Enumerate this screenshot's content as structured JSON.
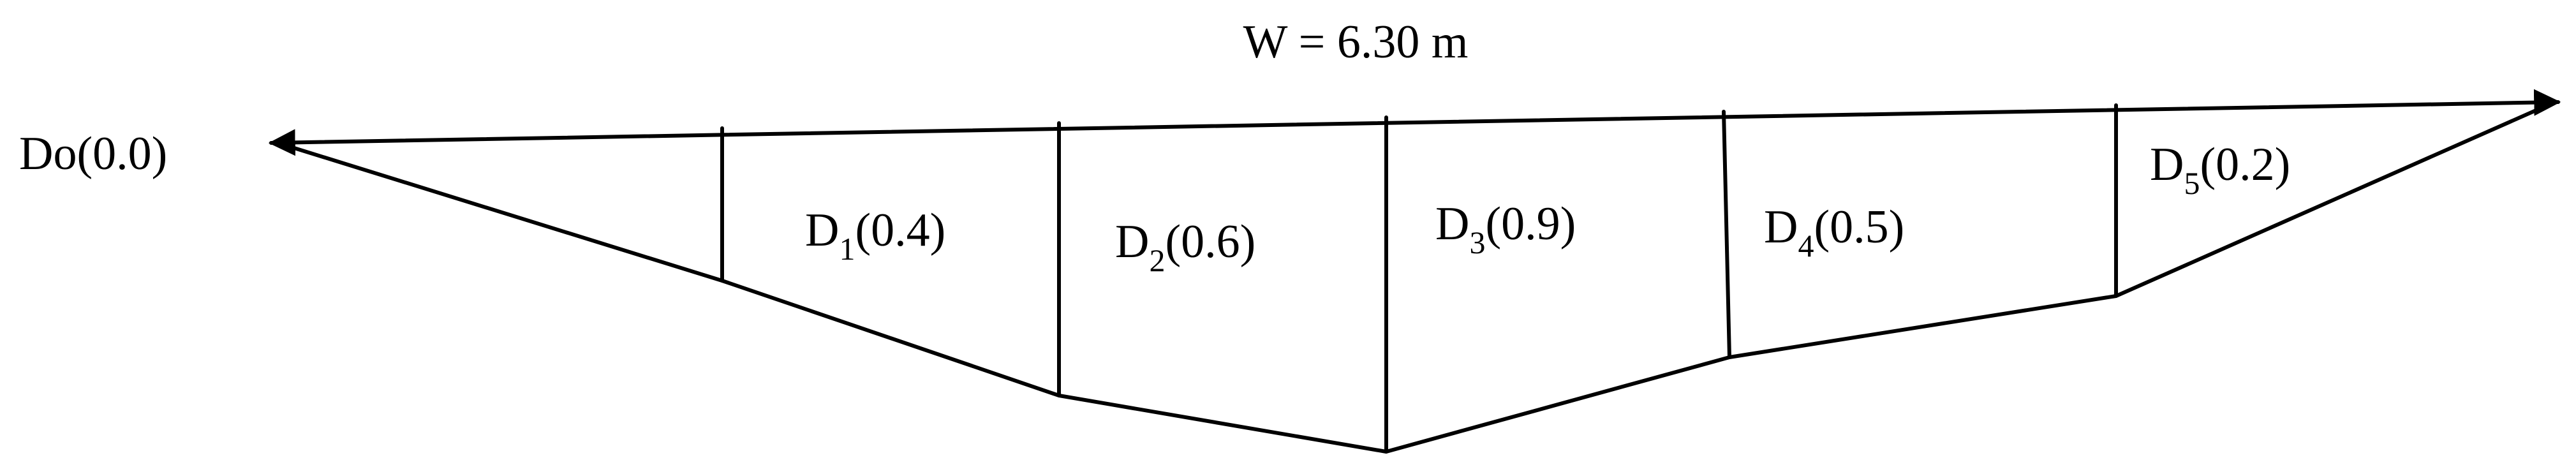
{
  "width_label": "W = 6.30 m",
  "origin": {
    "prefix": "Do",
    "value": "(0.0)"
  },
  "depths": [
    {
      "prefix": "D",
      "sub": "1",
      "value": "(0.4)"
    },
    {
      "prefix": "D",
      "sub": "2",
      "value": "(0.6)"
    },
    {
      "prefix": "D",
      "sub": "3",
      "value": "(0.9)"
    },
    {
      "prefix": "D",
      "sub": "4",
      "value": "(0.5)"
    },
    {
      "prefix": "D",
      "sub": "5",
      "value": "(0.2)"
    }
  ]
}
